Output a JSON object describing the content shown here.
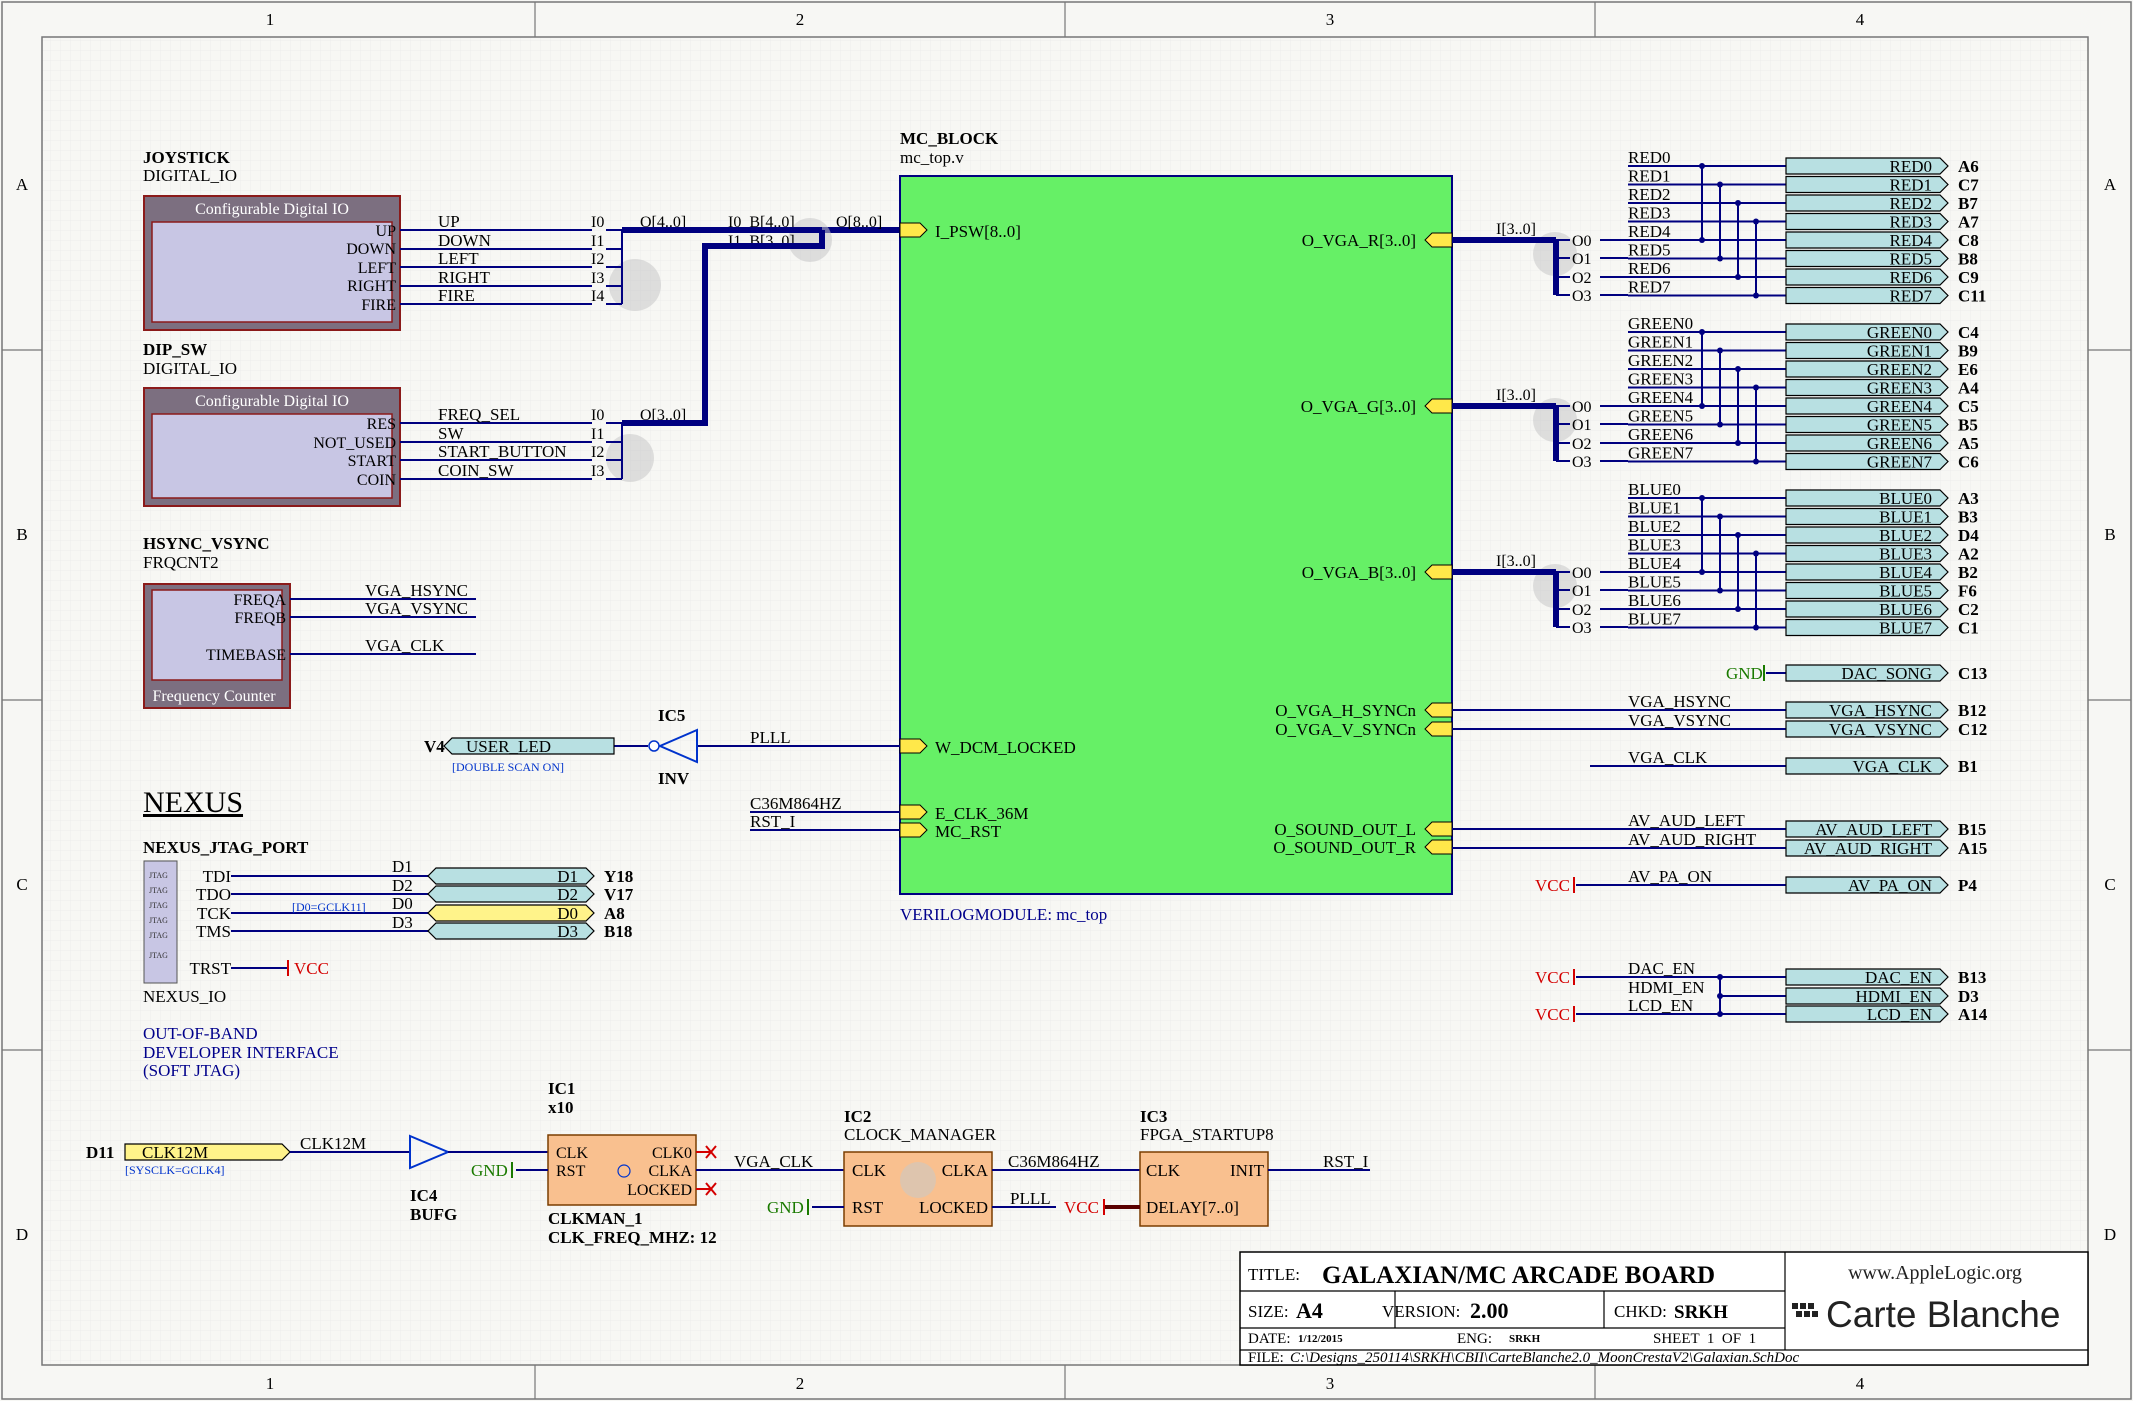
{
  "zones": {
    "cols": [
      "1",
      "2",
      "3",
      "4"
    ],
    "rows": [
      "A",
      "B",
      "C",
      "D"
    ]
  },
  "joystick": {
    "name": "JOYSTICK",
    "type": "DIGITAL_IO",
    "box_title": "Configurable Digital IO",
    "pins": [
      "UP",
      "DOWN",
      "LEFT",
      "RIGHT",
      "FIRE"
    ],
    "nets": [
      "UP",
      "DOWN",
      "LEFT",
      "RIGHT",
      "FIRE"
    ],
    "bus_in": [
      "I0",
      "I1",
      "I2",
      "I3",
      "I4"
    ],
    "bus_out": "O[4..0]"
  },
  "dip": {
    "name": "DIP_SW",
    "type": "DIGITAL_IO",
    "box_title": "Configurable Digital IO",
    "pins": [
      "RES",
      "NOT_USED",
      "START",
      "COIN"
    ],
    "nets": [
      "FREQ_SEL",
      "SW",
      "START_BUTTON",
      "COIN_SW"
    ],
    "bus_in": [
      "I0",
      "I1",
      "I2",
      "I3"
    ],
    "bus_out": "O[3..0]"
  },
  "join": {
    "in0": "I0_B[4..0]",
    "in1": "I1_B[3..0]",
    "out": "O[8..0]"
  },
  "hsync": {
    "name": "HSYNC_VSYNC",
    "type": "FRQCNT2",
    "box_title": "Frequency Counter",
    "pins": [
      "FREQA",
      "FREQB",
      "TIMEBASE"
    ],
    "nets": [
      "VGA_HSYNC",
      "VGA_VSYNC",
      "VGA_CLK"
    ]
  },
  "mc": {
    "name": "MC_BLOCK",
    "file": "mc_top.v",
    "module": "VERILOGMODULE: mc_top",
    "left_pins": [
      "I_PSW[8..0]",
      "W_DCM_LOCKED",
      "E_CLK_36M",
      "MC_RST"
    ],
    "right_pins": [
      "O_VGA_R[3..0]",
      "O_VGA_G[3..0]",
      "O_VGA_B[3..0]",
      "O_VGA_H_SYNCn",
      "O_VGA_V_SYNCn",
      "O_SOUND_OUT_L",
      "O_SOUND_OUT_R"
    ]
  },
  "split": {
    "in": "I[3..0]",
    "outs": [
      "O0",
      "O1",
      "O2",
      "O3"
    ]
  },
  "red": {
    "nets": [
      "RED0",
      "RED1",
      "RED2",
      "RED3",
      "RED4",
      "RED5",
      "RED6",
      "RED7"
    ],
    "pins": [
      "A6",
      "C7",
      "B7",
      "A7",
      "C8",
      "B8",
      "C9",
      "C11"
    ]
  },
  "green": {
    "nets": [
      "GREEN0",
      "GREEN1",
      "GREEN2",
      "GREEN3",
      "GREEN4",
      "GREEN5",
      "GREEN6",
      "GREEN7"
    ],
    "pins": [
      "C4",
      "B9",
      "E6",
      "A4",
      "C5",
      "B5",
      "A5",
      "C6"
    ]
  },
  "blue": {
    "nets": [
      "BLUE0",
      "BLUE1",
      "BLUE2",
      "BLUE3",
      "BLUE4",
      "BLUE5",
      "BLUE6",
      "BLUE7"
    ],
    "pins": [
      "A3",
      "B3",
      "D4",
      "A2",
      "B2",
      "F6",
      "C2",
      "C1"
    ]
  },
  "misc_ports": [
    {
      "label": "DAC_SONG",
      "pin": "C13",
      "net": "",
      "power": "GND"
    },
    {
      "label": "VGA_HSYNC",
      "pin": "B12",
      "net": "VGA_HSYNC",
      "power": ""
    },
    {
      "label": "VGA_VSYNC",
      "pin": "C12",
      "net": "VGA_VSYNC",
      "power": ""
    },
    {
      "label": "VGA_CLK",
      "pin": "B1",
      "net": "VGA_CLK",
      "power": ""
    },
    {
      "label": "AV_AUD_LEFT",
      "pin": "B15",
      "net": "AV_AUD_LEFT",
      "power": ""
    },
    {
      "label": "AV_AUD_RIGHT",
      "pin": "A15",
      "net": "AV_AUD_RIGHT",
      "power": ""
    },
    {
      "label": "AV_PA_ON",
      "pin": "P4",
      "net": "AV_PA_ON",
      "power": "VCC"
    },
    {
      "label": "DAC_EN",
      "pin": "B13",
      "net": "DAC_EN",
      "power": "VCC"
    },
    {
      "label": "HDMI_EN",
      "pin": "D3",
      "net": "HDMI_EN",
      "power": ""
    },
    {
      "label": "LCD_EN",
      "pin": "A14",
      "net": "LCD_EN",
      "power": "VCC"
    }
  ],
  "inv": {
    "ref": "IC5",
    "name": "INV",
    "net": "PLLL",
    "port": "USER_LED",
    "pin": "V4",
    "note": "[DOUBLE SCAN ON]"
  },
  "clk_nets": {
    "c36": "C36M864HZ",
    "rst": "RST_I"
  },
  "nexus": {
    "heading": "NEXUS",
    "name": "NEXUS_JTAG_PORT",
    "type": "NEXUS_IO",
    "pins": [
      "TDI",
      "TDO",
      "TCK",
      "TMS",
      "TRST"
    ],
    "nets": [
      "D1",
      "D2",
      "D0",
      "D3"
    ],
    "ports": [
      "D1",
      "D2",
      "D0",
      "D3"
    ],
    "port_pins": [
      "Y18",
      "V17",
      "A8",
      "B18"
    ],
    "note": "[D0=GCLK11]",
    "trst_power": "VCC",
    "chip": "JTAG",
    "desc": [
      "OUT-OF-BAND",
      "DEVELOPER INTERFACE",
      "(SOFT JTAG)"
    ]
  },
  "clkin": {
    "pin": "D11",
    "port": "CLK12M",
    "net": "CLK12M",
    "note": "[SYSCLK=GCLK4]"
  },
  "ic4": {
    "ref": "IC4",
    "name": "BUFG"
  },
  "ic1": {
    "ref": "IC1",
    "mult": "x10",
    "name": "CLKMAN_1",
    "param": "CLK_FREQ_MHZ: 12",
    "pins_l": [
      "CLK",
      "RST"
    ],
    "pins_r": [
      "CLK0",
      "CLKA",
      "LOCKED"
    ],
    "gnd": "GND",
    "out_net": "VGA_CLK"
  },
  "ic2": {
    "ref": "IC2",
    "type": "CLOCK_MANAGER",
    "pins_l": [
      "CLK",
      "RST"
    ],
    "pins_r": [
      "CLKA",
      "LOCKED"
    ],
    "gnd": "GND",
    "net_a": "C36M864HZ",
    "net_b": "PLLL"
  },
  "ic3": {
    "ref": "IC3",
    "type": "FPGA_STARTUP8",
    "pins_l": [
      "CLK",
      "DELAY[7..0]"
    ],
    "pins_r": [
      "INIT"
    ],
    "vcc": "VCC",
    "net": "RST_I"
  },
  "title": {
    "title_label": "TITLE:",
    "title": "GALAXIAN/MC ARCADE BOARD",
    "size_label": "SIZE:",
    "size": "A4",
    "version_label": "VERSION:",
    "version": "2.00",
    "chkd_label": "CHKD:",
    "chkd": "SRKH",
    "date_label": "DATE:",
    "date": "1/12/2015",
    "eng_label": "ENG:",
    "eng": "SRKH",
    "sheet": "SHEET  1  OF  1",
    "file_label": "FILE:",
    "file": "C:\\Designs_250114\\SRKH\\CBII\\CarteBlanche2.0_MoonCrestaV2\\Galaxian.SchDoc",
    "logo1": "www.AppleLogic.org",
    "logo2": "Carte Blanche"
  }
}
